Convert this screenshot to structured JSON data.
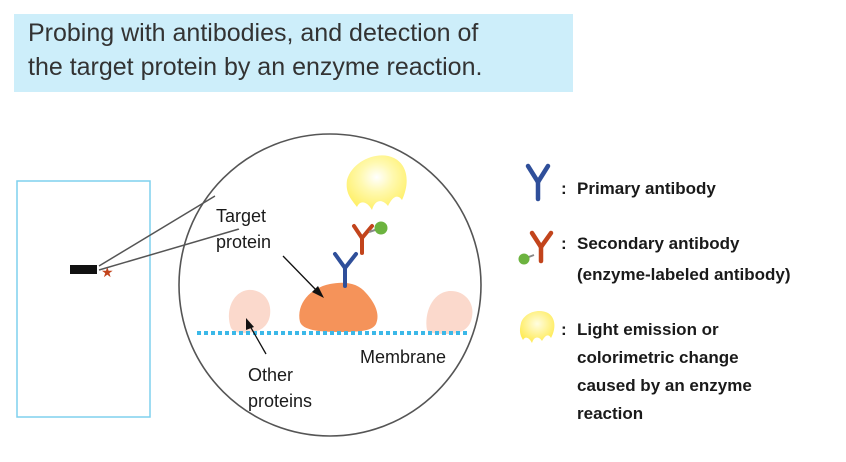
{
  "title": {
    "line1": "Probing with antibodies, and detection of",
    "line2": "the target protein by an enzyme reaction."
  },
  "labels": {
    "target_line1": "Target",
    "target_line2": "protein",
    "other_line1": "Other",
    "other_line2": "proteins",
    "membrane": "Membrane"
  },
  "legend": {
    "separator": ":",
    "primary": "Primary antibody",
    "secondary_line1": "Secondary antibody",
    "secondary_line2": "(enzyme-labeled antibody)",
    "light_line1": "Light emission or",
    "light_line2": "colorimetric change",
    "light_line3": "caused by an enzyme",
    "light_line4": "reaction"
  },
  "colors": {
    "title_bg": "#cdeefa",
    "primary_antibody": "#2f4f9a",
    "secondary_antibody": "#c2441c",
    "enzyme_label": "#6cb33f",
    "target_protein": "#f5935a",
    "other_protein": "#fbd9cc",
    "membrane": "#3bb8e8",
    "light": "#fff27a"
  }
}
